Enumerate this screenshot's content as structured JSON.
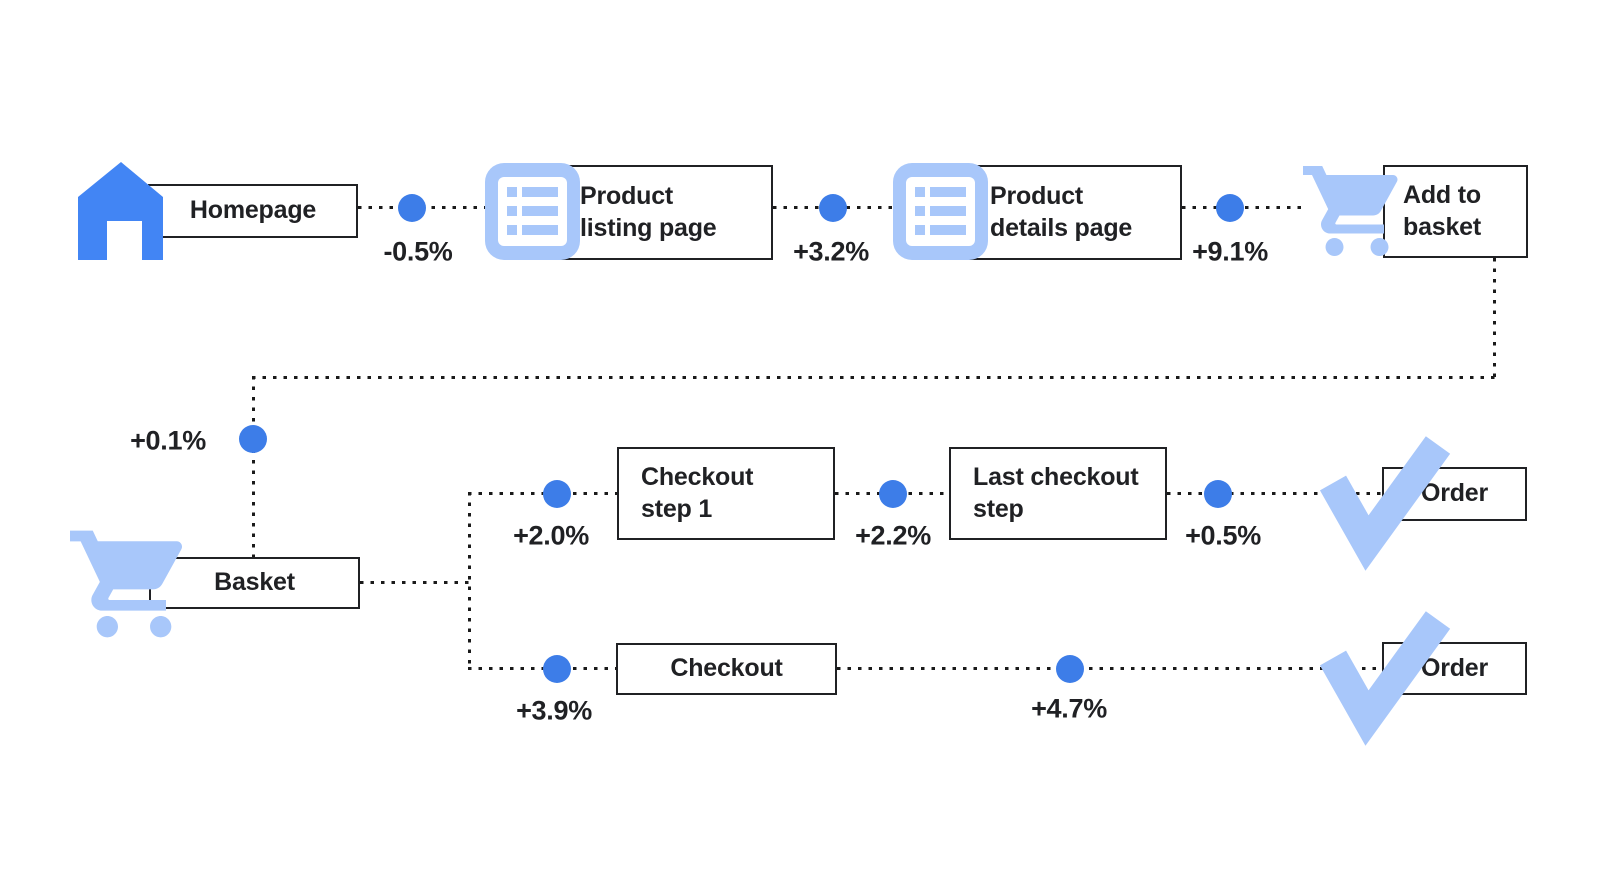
{
  "funnel": {
    "nodes": {
      "homepage": {
        "label": "Homepage",
        "icon": "home-icon"
      },
      "product_listing_page": {
        "label": "Product listing page",
        "lines": [
          "Product",
          "listing page"
        ],
        "icon": "list-icon"
      },
      "product_details_page": {
        "label": "Product details page",
        "lines": [
          "Product",
          "details page"
        ],
        "icon": "list-icon"
      },
      "add_to_basket": {
        "label": "Add to basket",
        "lines": [
          "Add to",
          "basket"
        ],
        "icon": "cart-icon"
      },
      "basket": {
        "label": "Basket",
        "icon": "cart-icon"
      },
      "checkout_step_1": {
        "label": "Checkout step 1",
        "lines": [
          "Checkout",
          "step 1"
        ]
      },
      "last_checkout_step": {
        "label": "Last checkout step",
        "lines": [
          "Last checkout",
          "step"
        ]
      },
      "order_a": {
        "label": "Order",
        "icon": "check-icon"
      },
      "checkout": {
        "label": "Checkout"
      },
      "order_b": {
        "label": "Order",
        "icon": "check-icon"
      }
    },
    "deltas": {
      "homepage_to_listing": "-0.5%",
      "listing_to_details": "+3.2%",
      "details_to_add_to_basket": "+9.1%",
      "add_to_basket_to_basket": "+0.1%",
      "basket_to_checkout_step_1": "+2.0%",
      "checkout_step_1_to_last_step": "+2.2%",
      "last_step_to_order": "+0.5%",
      "basket_to_checkout": "+3.9%",
      "checkout_to_order": "+4.7%"
    },
    "colors": {
      "icon_blue": "#4285F4",
      "dot_blue": "#3D7DE8",
      "icon_light_blue": "#A8C7FA",
      "connector": "#1A1A1A",
      "box_border": "#202124",
      "text": "#202124",
      "background": "#FFFFFF"
    }
  }
}
